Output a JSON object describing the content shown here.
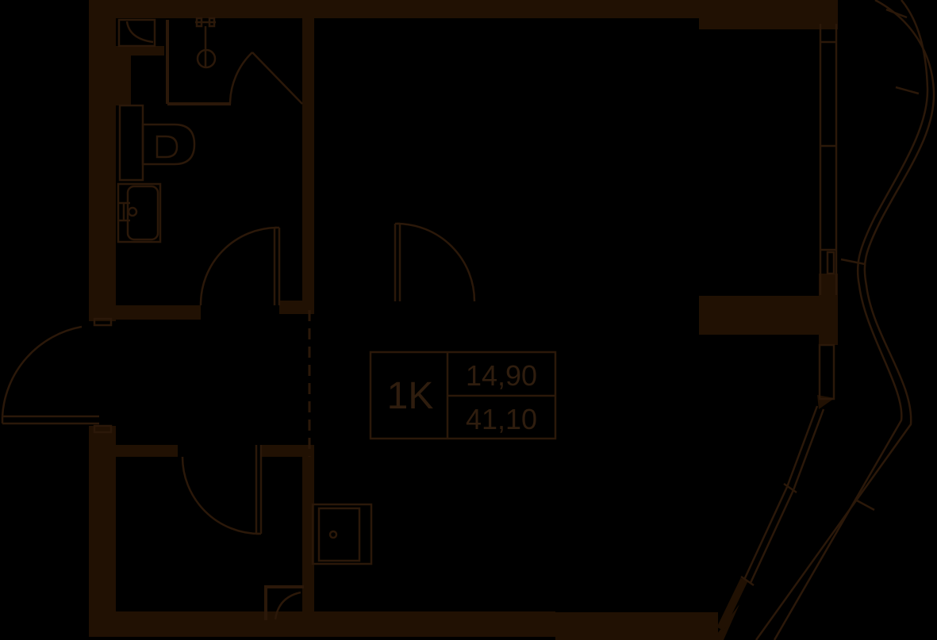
{
  "plan": {
    "unit_label": "1K",
    "area_living": "14,90",
    "area_total": "41,10"
  },
  "colors": {
    "background": "#000000",
    "wall_fill": "#211103",
    "line": "#2b1809",
    "text": "#2f1d0e"
  },
  "icons": {
    "washing_machine": "washing-machine-icon",
    "shower": "shower-icon",
    "toilet": "toilet-icon",
    "vanity_sink": "sink-icon",
    "electrical_panel": "electrical-panel-icon",
    "vent_shaft": "vent-shaft-icon"
  }
}
